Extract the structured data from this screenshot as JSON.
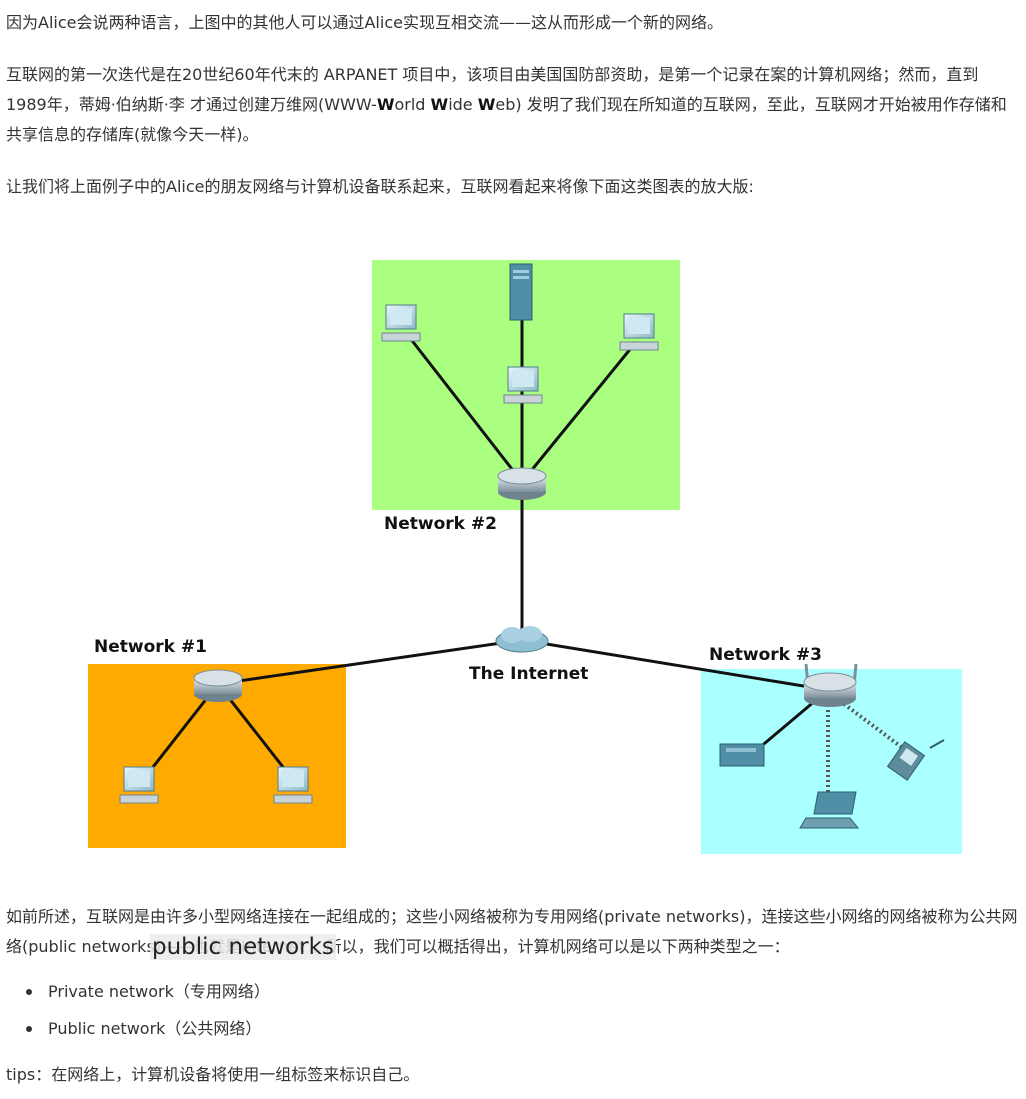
{
  "para1": "因为Alice会说两种语言，上图中的其他人可以通过Alice实现互相交流——这从而形成一个新的网络。",
  "para2": {
    "before": "互联网的第一次迭代是在20世纪60年代末的 ARPANET 项目中，该项目由美国国防部资助，是第一个记录在案的计算机网络；然而，直到1989年，蒂姆·伯纳斯·李 才通过创建万维网(WWW-",
    "w1": "W",
    "orld": "orld ",
    "w2": "W",
    "ide": "ide ",
    "w3": "W",
    "after": "eb) 发明了我们现在所知道的互联网，至此，互联网才开始被用作存储和共享信息的存储库(就像今天一样)。"
  },
  "para3": "让我们将上面例子中的Alice的朋友网络与计算机设备联系起来，互联网看起来将像下面这类图表的放大版:",
  "diagram": {
    "network1_label": "Network #1",
    "network2_label": "Network #2",
    "network3_label": "Network #3",
    "internet_label": "The Internet",
    "colors": {
      "network1": "#ffaa00",
      "network2": "#aaff80",
      "network3": "#aaffff"
    }
  },
  "para4": "如前所述，互联网是由许多小型网络连接在一起组成的；这些小网络被称为专用网络(private networks)，连接这些小网络的网络被称为公共网络(public networks)——也就是Internet 。所以，我们可以概括得出，计算机网络可以是以下两种类型之一：",
  "overlay_text": "public networks",
  "list": [
    "Private network（专用网络）",
    "Public network（公共网络）"
  ],
  "tips": "tips：在网络上，计算机设备将使用一组标签来标识自己。"
}
